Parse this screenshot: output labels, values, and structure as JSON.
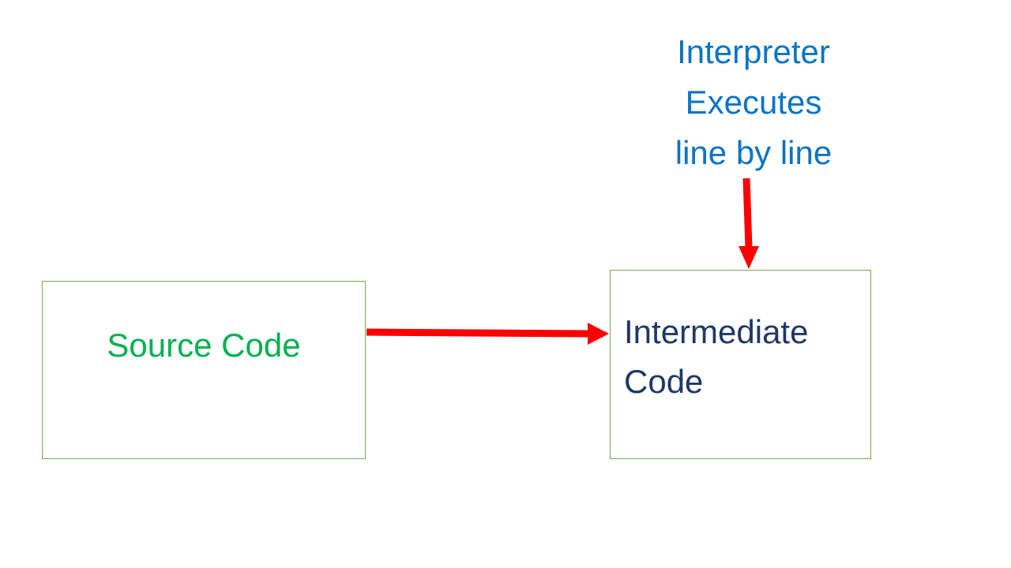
{
  "note": {
    "lines": [
      "Interpreter",
      "Executes",
      "line by line"
    ],
    "text_color": "#0b74c4"
  },
  "boxes": {
    "source": {
      "label": "Source Code",
      "text_color": "#00B050",
      "border_color": "#70AD47"
    },
    "intermediate": {
      "label": "Intermediate Code",
      "text_color": "#1F3864",
      "border_color": "#70AD47"
    }
  },
  "arrows": {
    "color": "#FF0000",
    "edges": [
      {
        "from": "source-code-box",
        "to": "intermediate-code-box",
        "direction": "right"
      },
      {
        "from": "interpreter-note",
        "to": "intermediate-code-box",
        "direction": "down"
      }
    ]
  },
  "background_color": "#FFFFFF"
}
